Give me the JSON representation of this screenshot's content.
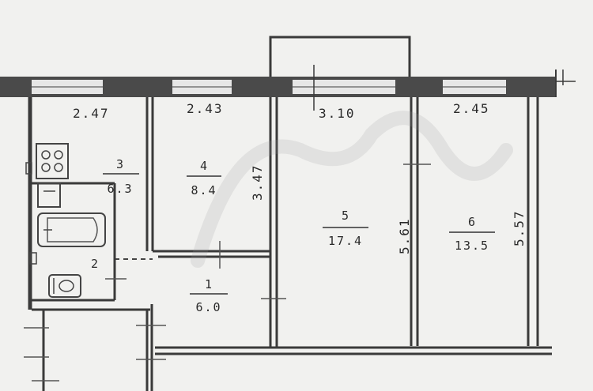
{
  "plan": {
    "widths": {
      "room_3": "2.47",
      "room_4": "2.43",
      "room_5": "3.10",
      "room_6": "2.45"
    },
    "depths": {
      "room_4": "3.47",
      "room_5": "5.61",
      "room_6": "5.57"
    },
    "rooms": [
      {
        "id": "room_3",
        "number": "3",
        "area": "6.3"
      },
      {
        "id": "room_4",
        "number": "4",
        "area": "8.4"
      },
      {
        "id": "room_5",
        "number": "5",
        "area": "17.4"
      },
      {
        "id": "room_6",
        "number": "6",
        "area": "13.5"
      },
      {
        "id": "room_1",
        "number": "1",
        "area": "6.0"
      },
      {
        "id": "room_2",
        "number": "2",
        "area": ""
      }
    ]
  }
}
